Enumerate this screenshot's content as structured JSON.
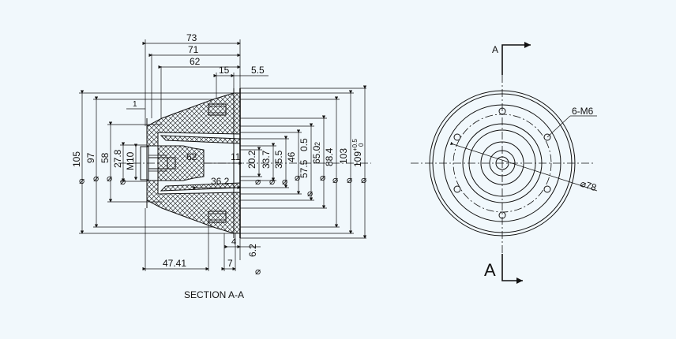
{
  "section_view": {
    "caption": "SECTION A-A",
    "top_dims": [
      "73",
      "71",
      "62",
      "15",
      "5.5"
    ],
    "dim_1": "1",
    "left_dims": [
      "105",
      "97",
      "58",
      "27.8"
    ],
    "thread_label": "M10",
    "inner_dims": [
      "62",
      "11",
      "36.2"
    ],
    "right_dims": [
      "20.2",
      "33.7",
      "35.5",
      "46",
      "0.5",
      "57.5",
      "65.0",
      "88.4",
      "103",
      "109"
    ],
    "tol_65": "-2",
    "tol_109_upper": "+0.5",
    "tol_109_lower": "0",
    "bottom_dims": [
      "47.41",
      "7",
      "4",
      "6.2"
    ],
    "diameter_symbol": "⌀"
  },
  "end_view": {
    "section_mark_top": "A",
    "section_mark_bottom": "A",
    "holes_label": "6-M6",
    "pcd_label": "⌀78"
  }
}
